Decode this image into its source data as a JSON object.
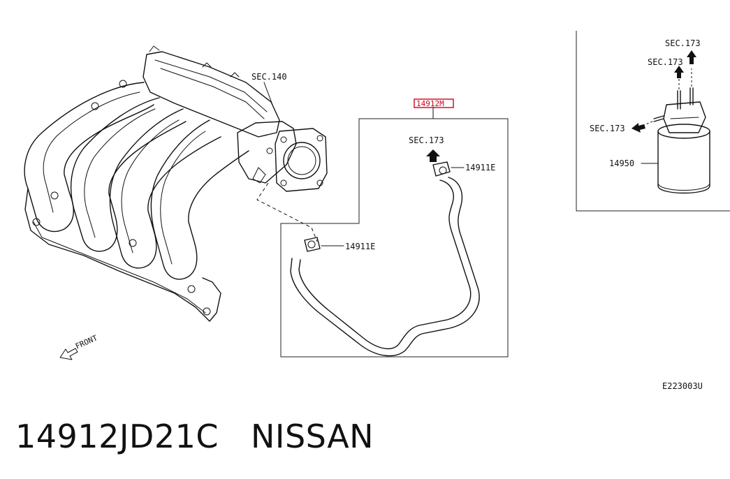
{
  "diagram": {
    "labels": {
      "sec_140": "SEC.140",
      "part_hose": "14912M",
      "sec_173_hose": "SEC.173",
      "clamp_upper": "14911E",
      "clamp_lower": "14911E",
      "front": "FRONT",
      "canister_sec_a": "SEC.173",
      "canister_sec_b": "SEC.173",
      "canister_sec_c": "SEC.173",
      "canister_part": "14950",
      "diagram_code": "E223003U"
    },
    "colors": {
      "line": "#111111",
      "highlight": "#d0021b"
    },
    "icons": {
      "front_arrow": "arrow-down-left-icon",
      "flow_arrow": "arrow-up-icon"
    }
  },
  "caption": {
    "part_number": "14912JD21C",
    "brand": "NISSAN"
  }
}
